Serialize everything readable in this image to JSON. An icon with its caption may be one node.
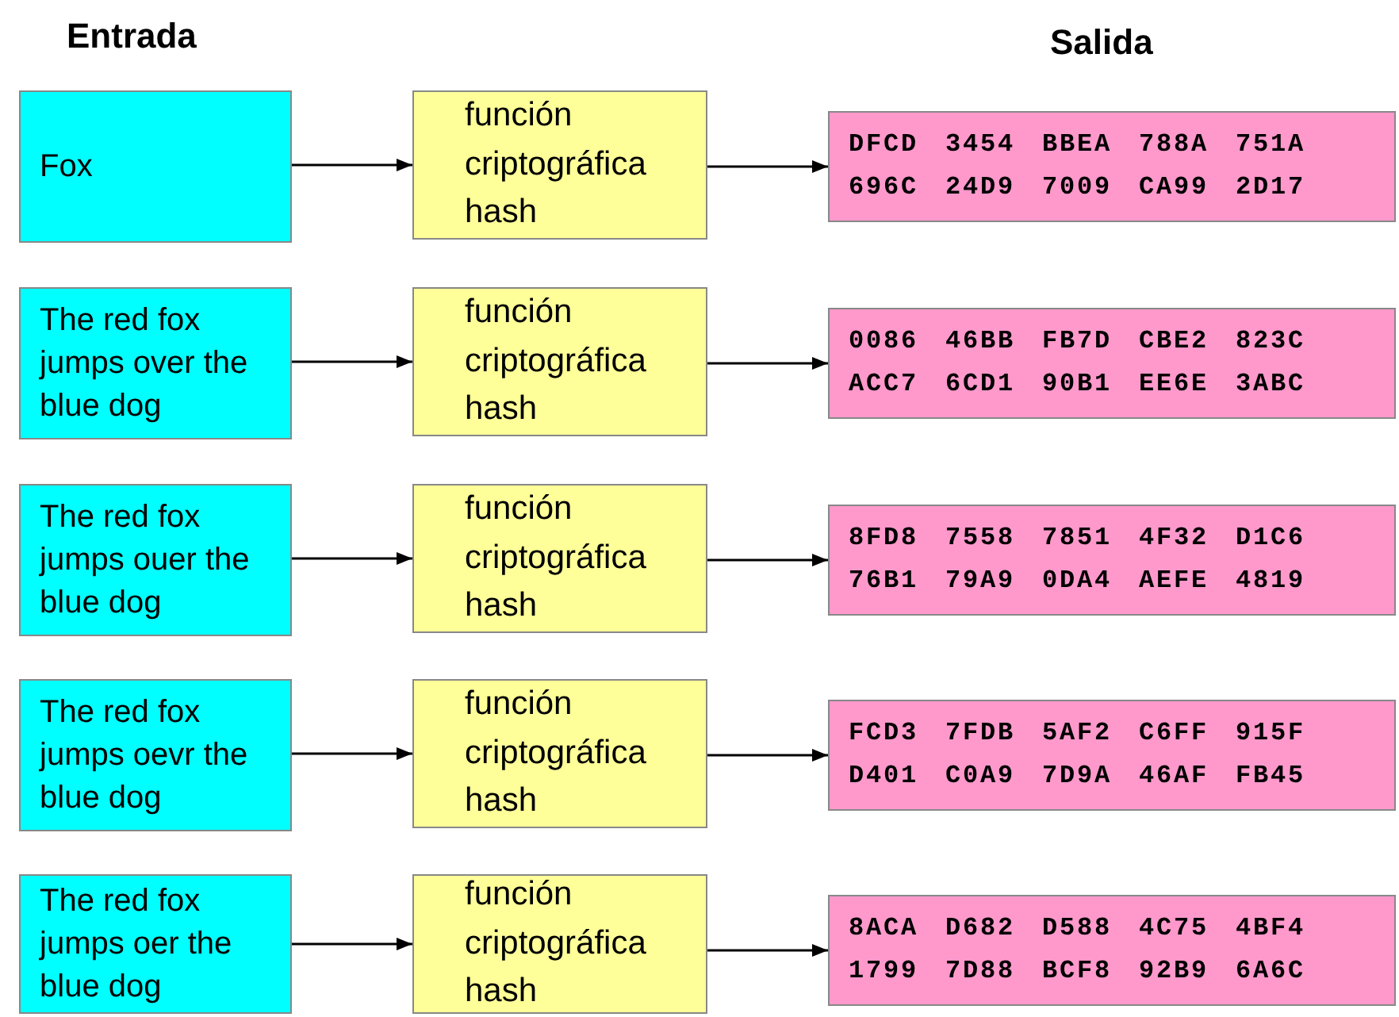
{
  "diagram": {
    "nodes": [
      {
        "text": [
          "Fox"
        ]
      },
      {
        "text": [
          "función criptográfica hash"
        ]
      },
      {
        "text": [
          "DFCD 3454 BBEA 788A 751A 696C 24D9 7009 CA99 2D17"
        ]
      },
      {
        "text": [
          "The red fox jumps over the blue dog"
        ]
      },
      {
        "text": [
          "función criptográfica hash"
        ]
      },
      {
        "text": [
          "0086 46BB FB7D CBE2 823C ACC7 6CD1 90B1 EE6E 3ABC"
        ]
      },
      {
        "text": [
          "The red fox jumps ouer the blue dog"
        ]
      },
      {
        "text": [
          "función criptográfica hash"
        ]
      },
      {
        "text": [
          "8FD8 7558 7851 4F32 D1C6 76B1 79A9 0DA4 AEFE 4819"
        ]
      },
      {
        "text": [
          "The red fox jumps oevr the blue dog"
        ]
      },
      {
        "text": [
          "función criptográfica hash"
        ]
      },
      {
        "text": [
          "FCD3 7FDB 5AF2 C6FF 915F D401 C0A9 7D9A 46AF FB45"
        ]
      },
      {
        "text": [
          "The red fox jumps oer the blue dog"
        ]
      },
      {
        "text": [
          "función criptográfica hash"
        ]
      },
      {
        "text": [
          "8ACA D682 D588 4C75 4BF4 1799 7D88 BCF8 92B9 6A6C"
        ]
      }
    ],
    "edges": [
      {
        "from": 0,
        "to": 1,
        "arrow": "to"
      },
      {
        "from": 1,
        "to": 2,
        "arrow": "to"
      },
      {
        "from": 3,
        "to": 4,
        "arrow": "to"
      },
      {
        "from": 4,
        "to": 5,
        "arrow": "to"
      },
      {
        "from": 6,
        "to": 7,
        "arrow": "to"
      },
      {
        "from": 7,
        "to": 8,
        "arrow": "to"
      },
      {
        "from": 9,
        "to": 10,
        "arrow": "to"
      },
      {
        "from": 10,
        "to": 11,
        "arrow": "to"
      },
      {
        "from": 12,
        "to": 13,
        "arrow": "to"
      },
      {
        "from": 13,
        "to": 14,
        "arrow": "to"
      }
    ],
    "labels": [
      "Entrada",
      "Salida"
    ]
  }
}
